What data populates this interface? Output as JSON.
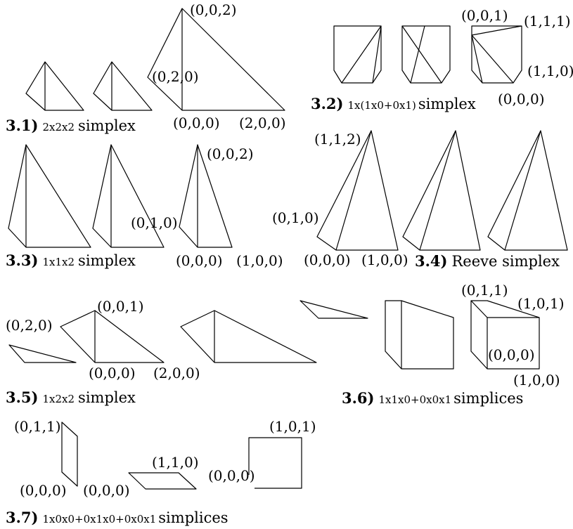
{
  "sections": [
    {
      "id": "3.1",
      "caption": {
        "number": "3.1)",
        "dims": "2x2x2",
        "text": "simplex"
      },
      "labels": [
        "(0,0,2)",
        "(0,2,0)",
        "(0,0,0)",
        "(2,0,0)"
      ]
    },
    {
      "id": "3.2",
      "caption": {
        "number": "3.2)",
        "dims": "1x(1x0+0x1)",
        "text": "simplex"
      },
      "labels": [
        "(0,0,1)",
        "(1,1,1)",
        "(1,1,0)",
        "(0,0,0)"
      ]
    },
    {
      "id": "3.3",
      "caption": {
        "number": "3.3)",
        "dims": "1x1x2",
        "text": "simplex"
      },
      "labels": [
        "(0,0,2)",
        "(0,1,0)",
        "(0,0,0)",
        "(1,0,0)"
      ]
    },
    {
      "id": "3.4",
      "caption": {
        "number": "3.4)",
        "dims": "",
        "text": "Reeve simplex"
      },
      "labels": [
        "(1,1,2)",
        "(0,1,0)",
        "(0,0,0)",
        "(1,0,0)"
      ]
    },
    {
      "id": "3.5",
      "caption": {
        "number": "3.5)",
        "dims": "1x2x2",
        "text": "simplex"
      },
      "labels": [
        "(0,0,1)",
        "(0,2,0)",
        "(0,0,0)",
        "(2,0,0)"
      ]
    },
    {
      "id": "3.6",
      "caption": {
        "number": "3.6)",
        "dims": "1x1x0+0x0x1",
        "text": "simplices"
      },
      "labels": [
        "(0,1,1)",
        "(1,0,1)",
        "(0,0,0)",
        "(1,0,0)"
      ]
    },
    {
      "id": "3.7",
      "caption": {
        "number": "3.7)",
        "dims": "1x0x0+0x1x0+0x0x1",
        "text": "simplices"
      },
      "labels": [
        "(0,1,1)",
        "(0,0,0)",
        "(0,0,0)",
        "(1,1,0)",
        "(0,0,0)",
        "(1,0,1)"
      ]
    }
  ]
}
